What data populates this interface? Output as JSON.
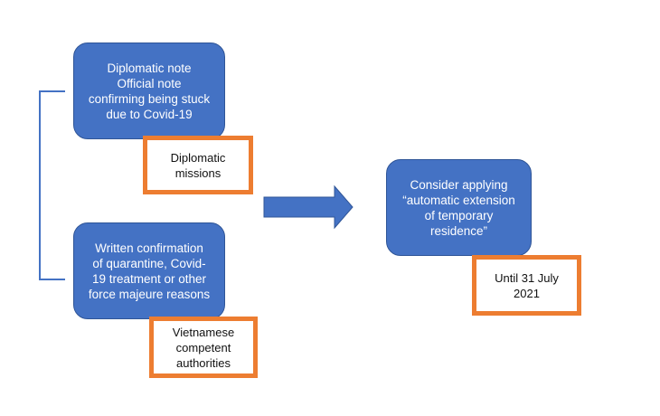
{
  "colors": {
    "box_fill": "#4472c4",
    "box_border": "#2f5597",
    "highlight_border": "#ed7d31",
    "arrow": "#4472c4",
    "bracket": "#4472c4"
  },
  "diplomatic_note": {
    "lines": [
      "Diplomatic note",
      "Official note",
      "confirming being stuck",
      "due to Covid-19"
    ]
  },
  "diplomatic_missions": {
    "lines": [
      "Diplomatic",
      "missions"
    ]
  },
  "written_confirmation": {
    "lines": [
      "Written confirmation",
      "of quarantine, Covid-",
      "19 treatment or other",
      "force majeure reasons"
    ]
  },
  "vietnamese_authorities": {
    "lines": [
      "Vietnamese",
      "competent",
      "authorities"
    ]
  },
  "consider_applying": {
    "lines": [
      "Consider applying",
      "“automatic extension",
      "of temporary",
      "residence”"
    ]
  },
  "deadline": {
    "lines": [
      "Until 31 July",
      "2021"
    ]
  }
}
